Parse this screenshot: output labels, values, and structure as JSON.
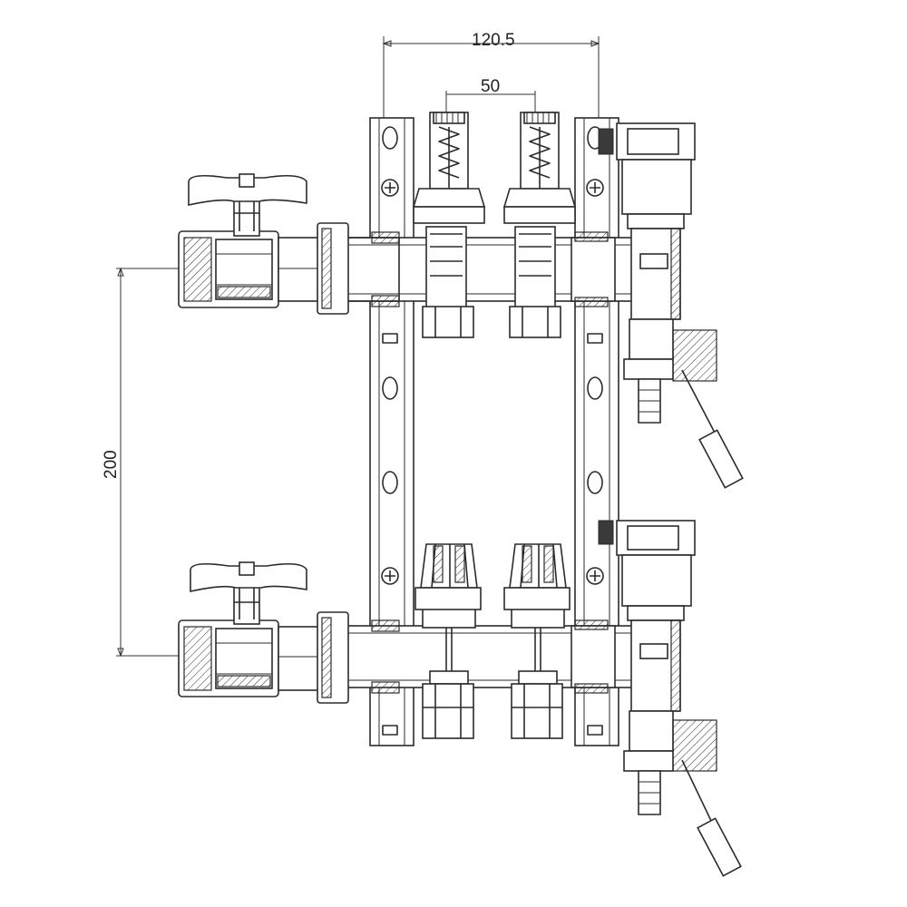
{
  "drawing": {
    "dimensions": {
      "top_width": "120.5",
      "flowmeter_spacing": "50",
      "manifold_spacing": "200"
    },
    "colors": {
      "line": "#2b2b2b",
      "background": "#ffffff"
    }
  }
}
